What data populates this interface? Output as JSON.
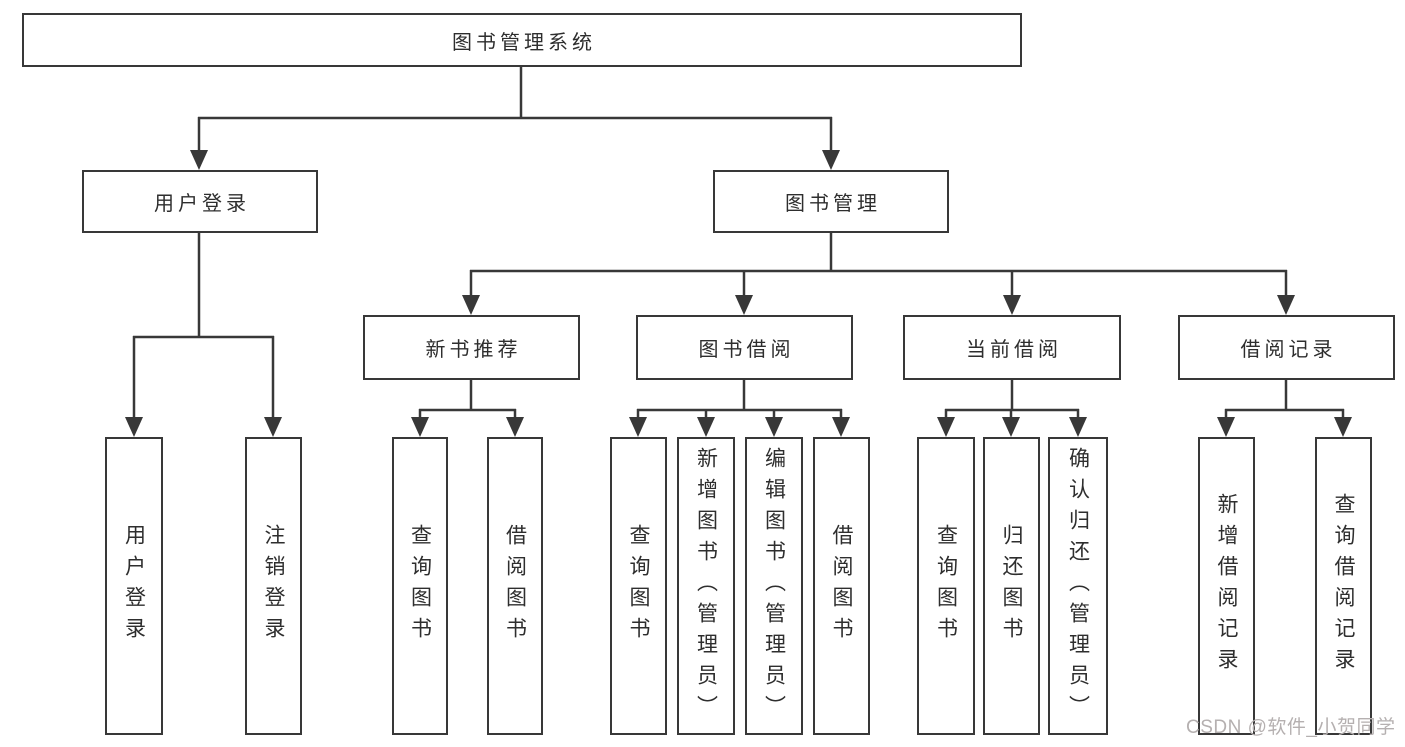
{
  "diagram": {
    "root": {
      "label": "图书管理系统"
    },
    "branches": [
      {
        "label": "用户登录",
        "children": [
          {
            "label": "用户登录"
          },
          {
            "label": "注销登录"
          }
        ]
      },
      {
        "label": "图书管理",
        "children": [
          {
            "label": "新书推荐",
            "children": [
              {
                "label": "查询图书"
              },
              {
                "label": "借阅图书"
              }
            ]
          },
          {
            "label": "图书借阅",
            "children": [
              {
                "label": "查询图书"
              },
              {
                "label": "新增图书（管理员）"
              },
              {
                "label": "编辑图书（管理员）"
              },
              {
                "label": "借阅图书"
              }
            ]
          },
          {
            "label": "当前借阅",
            "children": [
              {
                "label": "查询图书"
              },
              {
                "label": "归还图书"
              },
              {
                "label": "确认归还（管理员）"
              }
            ]
          },
          {
            "label": "借阅记录",
            "children": [
              {
                "label": "新增借阅记录"
              },
              {
                "label": "查询借阅记录"
              }
            ]
          }
        ]
      }
    ]
  },
  "watermark": {
    "text": "CSDN @软件_小贺同学"
  },
  "colors": {
    "background": "#ffffff",
    "line": "#383838",
    "box_border": "#383838",
    "text": "#2e2e2e",
    "watermark": "#b5b0b0"
  }
}
